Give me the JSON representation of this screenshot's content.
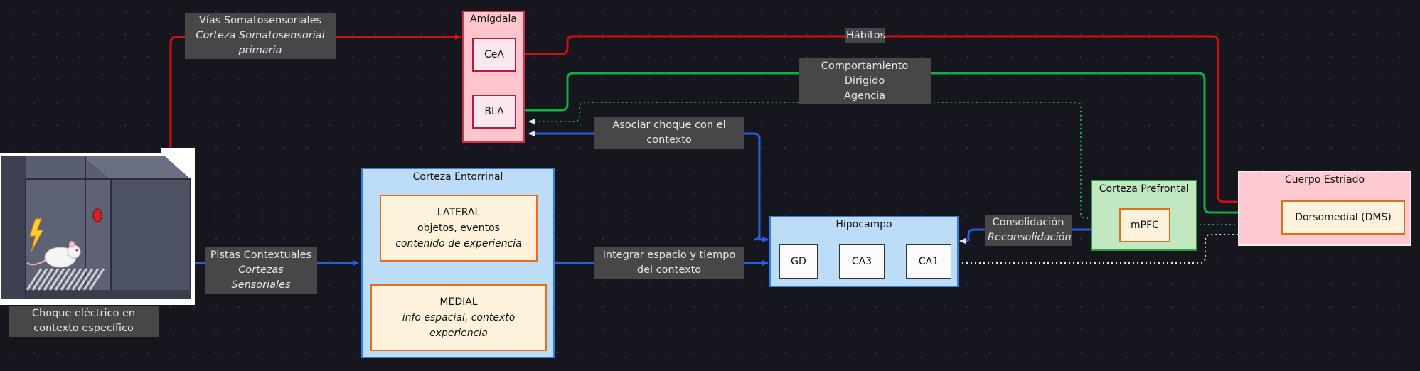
{
  "labels": {
    "vias_line1": "Vías Somatosensoriales",
    "vias_line2": "Corteza Somatosensorial",
    "vias_line3": "primaria",
    "habitos": "Hábitos",
    "comportamiento_line1": "Comportamiento Dirigido",
    "comportamiento_line2": "Agencia",
    "asociar_line1": "Asociar choque con el",
    "asociar_line2": "contexto",
    "pistas_line1": "Pistas Contextuales",
    "pistas_line2": "Cortezas Sensoriales",
    "integrar_line1": "Integrar espacio y tiempo",
    "integrar_line2": "del contexto",
    "consolidacion_line1": "Consolidación",
    "consolidacion_line2": "Reconsolidación",
    "choque_line1": "Choque eléctrico en",
    "choque_line2": "contexto específico"
  },
  "amigdala": {
    "title": "Amígdala",
    "cea": "CeA",
    "bla": "BLA"
  },
  "entorrinal": {
    "title": "Corteza Entorrinal",
    "lateral_line1": "LATERAL",
    "lateral_line2": "objetos, eventos",
    "lateral_line3": "contenido de experiencia",
    "medial_line1": "MEDIAL",
    "medial_line2": "info espacial, contexto",
    "medial_line3": "experiencia"
  },
  "hipocampo": {
    "title": "Hipocampo",
    "gd": "GD",
    "ca3": "CA3",
    "ca1": "CA1"
  },
  "prefrontal": {
    "title": "Corteza Prefrontal",
    "mpfc": "mPFC"
  },
  "estriado": {
    "title": "Cuerpo Estriado",
    "dms": "Dorsomedial (DMS)"
  },
  "colors": {
    "red": "#d01010",
    "green": "#10b040",
    "blue": "#2a5de0",
    "amygdala_fill": "#ffc5cc",
    "amygdala_border": "#d0304a",
    "entorhinal_fill": "#bcdcf8",
    "entorhinal_border": "#2e7ee0",
    "orange_fill": "#fff2dc",
    "orange_border": "#e0701c",
    "prefrontal_fill": "#c2e8c2",
    "prefrontal_border": "#2f9a3a",
    "striatum_fill": "#ffc9d2"
  }
}
